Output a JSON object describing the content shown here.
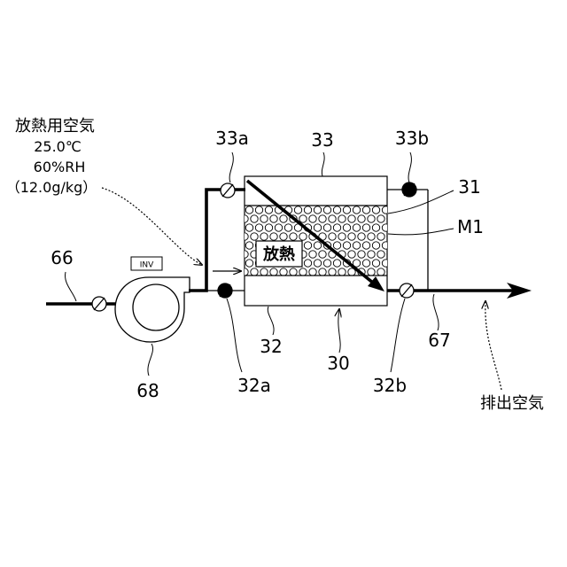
{
  "inlet_air": {
    "title": "放熱用空気",
    "temperature": "25.0℃",
    "relative_humidity": "60%RH",
    "absolute_humidity": "（12.0g/kg）"
  },
  "outlet_air": {
    "title": "排出空気"
  },
  "heat_exchanger": {
    "number": "30",
    "upper_section": "33",
    "lower_section": "32",
    "element": "31",
    "material": "M1",
    "heat_release_label": "放熱"
  },
  "fan": {
    "number": "68",
    "inverter_label": "INV"
  },
  "ducts": {
    "inlet": "66",
    "outlet": "67"
  },
  "dampers": {
    "upper_inlet": "33a",
    "upper_outlet": "33b",
    "lower_inlet": "32a",
    "lower_outlet": "32b"
  }
}
